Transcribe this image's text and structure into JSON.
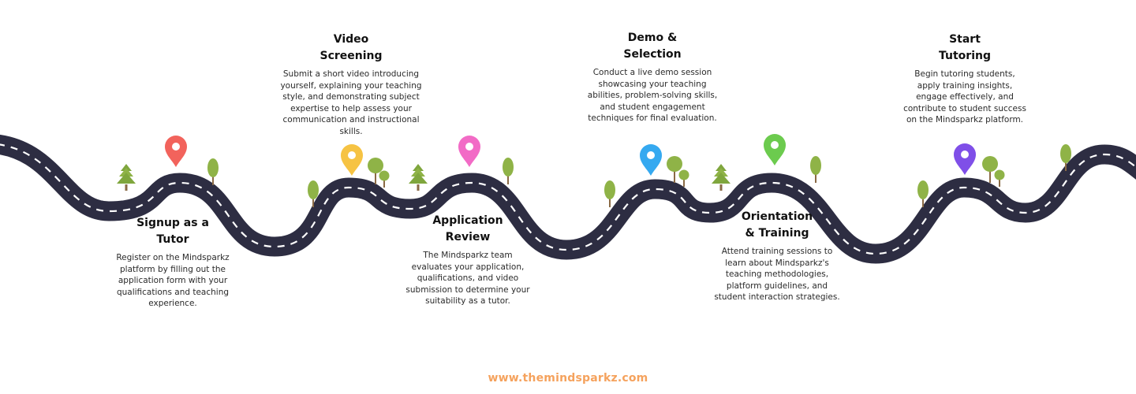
{
  "steps": [
    {
      "title_l1": "Signup as a",
      "title_l2": "Tutor",
      "desc": [
        "Register on the Mindsparkz",
        "platform by filling out the",
        "application form with your",
        "qualifications and teaching",
        "experience."
      ]
    },
    {
      "title_l1": "Video",
      "title_l2": "Screening",
      "desc": [
        "Submit a short video introducing",
        "yourself, explaining your teaching",
        "style, and demonstrating subject",
        "expertise to help assess your",
        "communication and instructional",
        "skills."
      ]
    },
    {
      "title_l1": "Application",
      "title_l2": "Review",
      "desc": [
        "The Mindsparkz team",
        "evaluates your application,",
        "qualifications, and video",
        "submission to determine your",
        "suitability as a tutor."
      ]
    },
    {
      "title_l1": "Demo &",
      "title_l2": "Selection",
      "desc": [
        "Conduct a live demo session",
        "showcasing your teaching",
        "abilities, problem-solving skills,",
        "and student engagement",
        "techniques for final evaluation."
      ]
    },
    {
      "title_l1": "Orientation",
      "title_l2": "& Training",
      "desc": [
        "Attend training sessions to",
        "learn about Mindsparkz's",
        "teaching methodologies,",
        "platform guidelines, and",
        "student interaction strategies."
      ]
    },
    {
      "title_l1": "Start",
      "title_l2": "Tutoring",
      "desc": [
        "Begin tutoring students,",
        "apply training insights,",
        "engage effectively, and",
        "contribute to student success",
        "on the Mindsparkz platform."
      ]
    }
  ],
  "pins": [
    {
      "color": "#F2635C",
      "icon": "map-pin-icon"
    },
    {
      "color": "#F6C343",
      "icon": "map-pin-icon"
    },
    {
      "color": "#F26BC6",
      "icon": "map-pin-icon"
    },
    {
      "color": "#35A9F0",
      "icon": "map-pin-icon"
    },
    {
      "color": "#6CCB4E",
      "icon": "map-pin-icon"
    },
    {
      "color": "#7F4FE8",
      "icon": "map-pin-icon"
    }
  ],
  "colors": {
    "road": "#2D2D42",
    "dash": "#FFFFFF",
    "tree_light": "#8FB347",
    "tree_dark": "#6F9633",
    "trunk": "#8A6A45"
  },
  "footer": {
    "url": "www.themindsparkz.com"
  }
}
